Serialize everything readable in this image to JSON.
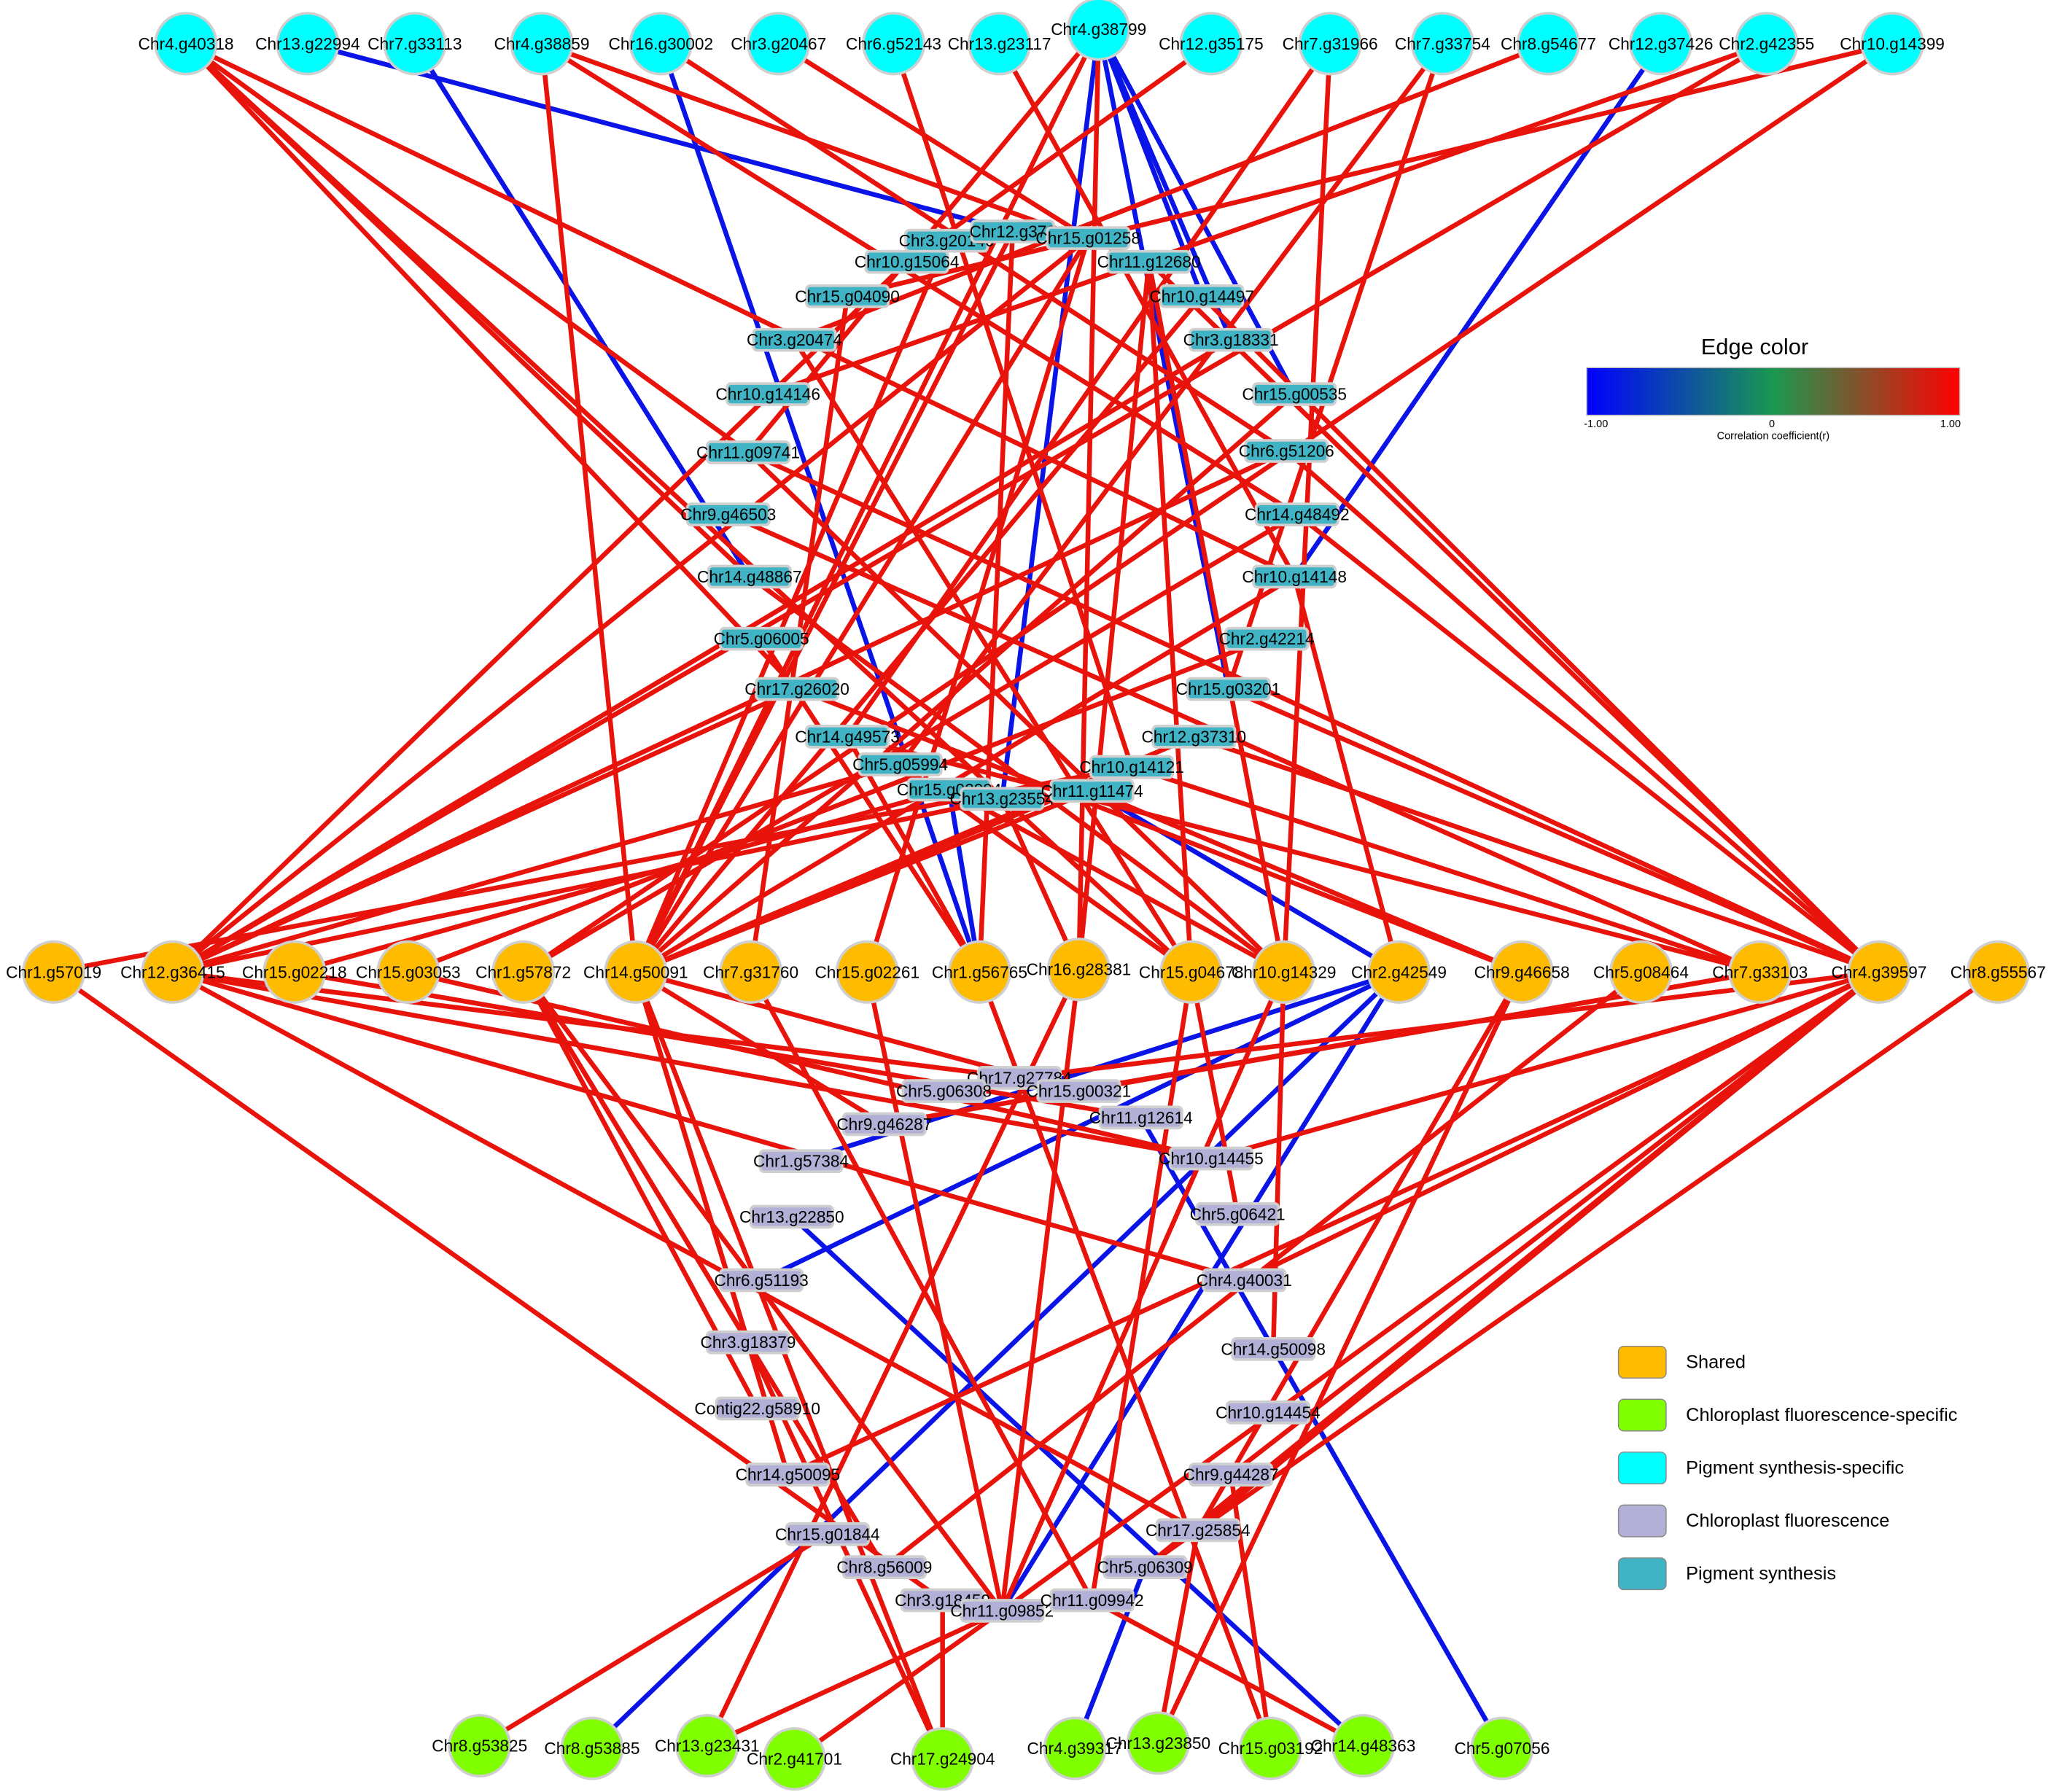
{
  "groups": {
    "shared": {
      "label": "Shared",
      "color": "#ffbb00"
    },
    "cf_specific": {
      "label": "Chloroplast fluorescence-specific",
      "color": "#80ff00"
    },
    "ps_specific": {
      "label": "Pigment synthesis-specific",
      "color": "#00ffff"
    },
    "cf": {
      "label": "Chloroplast fluorescence",
      "color": "#b2b0d6"
    },
    "ps": {
      "label": "Pigment synthesis",
      "color": "#40b4c4"
    }
  },
  "legend_order": [
    "shared",
    "cf_specific",
    "ps_specific",
    "cf",
    "ps"
  ],
  "colorbar": {
    "title": "Edge color",
    "min_label": "-1.00",
    "mid_label": "0",
    "max_label": "1.00",
    "axis_label": "Correlation coefficient(r)",
    "colors": [
      "#0000ff",
      "#1a9850",
      "#ff0000"
    ]
  },
  "edge_colors": {
    "positive": "#e8140c",
    "negative": "#0a14e6"
  },
  "nodes": [
    {
      "id": "Chr4.g40318",
      "group": "ps_specific"
    },
    {
      "id": "Chr13.g22994",
      "group": "ps_specific"
    },
    {
      "id": "Chr7.g33113",
      "group": "ps_specific"
    },
    {
      "id": "Chr4.g38859",
      "group": "ps_specific"
    },
    {
      "id": "Chr16.g30002",
      "group": "ps_specific"
    },
    {
      "id": "Chr3.g20467",
      "group": "ps_specific"
    },
    {
      "id": "Chr6.g52143",
      "group": "ps_specific"
    },
    {
      "id": "Chr13.g23117",
      "group": "ps_specific"
    },
    {
      "id": "Chr4.g38799",
      "group": "ps_specific"
    },
    {
      "id": "Chr12.g35175",
      "group": "ps_specific"
    },
    {
      "id": "Chr7.g31966",
      "group": "ps_specific"
    },
    {
      "id": "Chr7.g33754",
      "group": "ps_specific"
    },
    {
      "id": "Chr8.g54677",
      "group": "ps_specific"
    },
    {
      "id": "Chr12.g37426",
      "group": "ps_specific"
    },
    {
      "id": "Chr2.g42355",
      "group": "ps_specific"
    },
    {
      "id": "Chr10.g14399",
      "group": "ps_specific"
    },
    {
      "id": "Chr3.g20140",
      "group": "ps"
    },
    {
      "id": "Chr12.g373",
      "group": "ps"
    },
    {
      "id": "Chr15.g01258",
      "group": "ps"
    },
    {
      "id": "Chr10.g15064",
      "group": "ps"
    },
    {
      "id": "Chr11.g12680",
      "group": "ps"
    },
    {
      "id": "Chr15.g04090",
      "group": "ps"
    },
    {
      "id": "Chr10.g14497",
      "group": "ps"
    },
    {
      "id": "Chr3.g20474",
      "group": "ps"
    },
    {
      "id": "Chr3.g18331",
      "group": "ps"
    },
    {
      "id": "Chr10.g14146",
      "group": "ps"
    },
    {
      "id": "Chr15.g00535",
      "group": "ps"
    },
    {
      "id": "Chr11.g09741",
      "group": "ps"
    },
    {
      "id": "Chr6.g51206",
      "group": "ps"
    },
    {
      "id": "Chr9.g46503",
      "group": "ps"
    },
    {
      "id": "Chr14.g48492",
      "group": "ps"
    },
    {
      "id": "Chr14.g48867",
      "group": "ps"
    },
    {
      "id": "Chr10.g14148",
      "group": "ps"
    },
    {
      "id": "Chr5.g06005",
      "group": "ps"
    },
    {
      "id": "Chr2.g42214",
      "group": "ps"
    },
    {
      "id": "Chr17.g26020",
      "group": "ps"
    },
    {
      "id": "Chr15.g03201",
      "group": "ps"
    },
    {
      "id": "Chr14.g49573",
      "group": "ps"
    },
    {
      "id": "Chr12.g37310",
      "group": "ps"
    },
    {
      "id": "Chr5.g05994",
      "group": "ps"
    },
    {
      "id": "Chr10.g14121",
      "group": "ps"
    },
    {
      "id": "Chr15.g02994",
      "group": "ps"
    },
    {
      "id": "Chr13.g23554",
      "group": "ps"
    },
    {
      "id": "Chr11.g11474",
      "group": "ps"
    },
    {
      "id": "Chr1.g57019",
      "group": "shared"
    },
    {
      "id": "Chr12.g36415",
      "group": "shared"
    },
    {
      "id": "Chr15.g02218",
      "group": "shared"
    },
    {
      "id": "Chr15.g03053",
      "group": "shared"
    },
    {
      "id": "Chr1.g57872",
      "group": "shared"
    },
    {
      "id": "Chr14.g50091",
      "group": "shared"
    },
    {
      "id": "Chr7.g31760",
      "group": "shared"
    },
    {
      "id": "Chr15.g02261",
      "group": "shared"
    },
    {
      "id": "Chr1.g56765",
      "group": "shared"
    },
    {
      "id": "Chr16.g28381",
      "group": "shared"
    },
    {
      "id": "Chr15.g04678",
      "group": "shared"
    },
    {
      "id": "Chr10.g14329",
      "group": "shared"
    },
    {
      "id": "Chr2.g42549",
      "group": "shared"
    },
    {
      "id": "Chr9.g46658",
      "group": "shared"
    },
    {
      "id": "Chr5.g08464",
      "group": "shared"
    },
    {
      "id": "Chr7.g33103",
      "group": "shared"
    },
    {
      "id": "Chr4.g39597",
      "group": "shared"
    },
    {
      "id": "Chr8.g55567",
      "group": "shared"
    },
    {
      "id": "Chr17.g27784",
      "group": "cf"
    },
    {
      "id": "Chr5.g06308",
      "group": "cf"
    },
    {
      "id": "Chr15.g00321",
      "group": "cf"
    },
    {
      "id": "Chr9.g46287",
      "group": "cf"
    },
    {
      "id": "Chr11.g12614",
      "group": "cf"
    },
    {
      "id": "Chr1.g57384",
      "group": "cf"
    },
    {
      "id": "Chr10.g14455",
      "group": "cf"
    },
    {
      "id": "Chr13.g22850",
      "group": "cf"
    },
    {
      "id": "Chr5.g06421",
      "group": "cf"
    },
    {
      "id": "Chr6.g51193",
      "group": "cf"
    },
    {
      "id": "Chr4.g40031",
      "group": "cf"
    },
    {
      "id": "Chr3.g18379",
      "group": "cf"
    },
    {
      "id": "Chr14.g50098",
      "group": "cf"
    },
    {
      "id": "Contig22.g58910",
      "group": "cf"
    },
    {
      "id": "Chr10.g14454",
      "group": "cf"
    },
    {
      "id": "Chr14.g50095",
      "group": "cf"
    },
    {
      "id": "Chr9.g44287",
      "group": "cf"
    },
    {
      "id": "Chr15.g01844",
      "group": "cf"
    },
    {
      "id": "Chr17.g25854",
      "group": "cf"
    },
    {
      "id": "Chr8.g56009",
      "group": "cf"
    },
    {
      "id": "Chr5.g06309",
      "group": "cf"
    },
    {
      "id": "Chr3.g18459",
      "group": "cf"
    },
    {
      "id": "Chr11.g09852",
      "group": "cf"
    },
    {
      "id": "Chr11.g09942",
      "group": "cf"
    },
    {
      "id": "Chr8.g53825",
      "group": "cf_specific"
    },
    {
      "id": "Chr8.g53885",
      "group": "cf_specific"
    },
    {
      "id": "Chr13.g23431",
      "group": "cf_specific"
    },
    {
      "id": "Chr2.g41701",
      "group": "cf_specific"
    },
    {
      "id": "Chr17.g24904",
      "group": "cf_specific"
    },
    {
      "id": "Chr4.g39317",
      "group": "cf_specific"
    },
    {
      "id": "Chr13.g23850",
      "group": "cf_specific"
    },
    {
      "id": "Chr15.g03192",
      "group": "cf_specific"
    },
    {
      "id": "Chr14.g48363",
      "group": "cf_specific"
    },
    {
      "id": "Chr5.g07056",
      "group": "cf_specific"
    }
  ],
  "edges": [
    [
      "Chr13.g22994",
      "Chr12.g373",
      "negative"
    ],
    [
      "Chr7.g33113",
      "Chr14.g48867",
      "negative"
    ],
    [
      "Chr16.g30002",
      "Chr1.g56765",
      "negative"
    ],
    [
      "Chr4.g38799",
      "Chr13.g23554",
      "negative"
    ],
    [
      "Chr4.g38799",
      "Chr10.g14497",
      "negative"
    ],
    [
      "Chr4.g38799",
      "Chr3.g18331",
      "negative"
    ],
    [
      "Chr4.g38799",
      "Chr15.g00535",
      "negative"
    ],
    [
      "Chr4.g38799",
      "Chr15.g03201",
      "negative"
    ],
    [
      "Chr12.g37426",
      "Chr10.g14148",
      "negative"
    ],
    [
      "Chr11.g11474",
      "Chr2.g42549",
      "negative"
    ],
    [
      "Chr15.g02994",
      "Chr1.g56765",
      "negative"
    ],
    [
      "Chr2.g42549",
      "Chr1.g57384",
      "negative"
    ],
    [
      "Chr2.g42549",
      "Chr6.g51193",
      "negative"
    ],
    [
      "Chr2.g42549",
      "Chr8.g53885",
      "negative"
    ],
    [
      "Chr2.g42549",
      "Chr11.g09852",
      "negative"
    ],
    [
      "Chr13.g22850",
      "Chr14.g48363",
      "negative"
    ],
    [
      "Chr11.g12614",
      "Chr5.g07056",
      "negative"
    ],
    [
      "Chr5.g06309",
      "Chr4.g39317",
      "negative"
    ],
    [
      "Chr4.g40318",
      "Chr11.g09741",
      "positive"
    ],
    [
      "Chr4.g40318",
      "Chr14.g48867",
      "positive"
    ],
    [
      "Chr4.g40318",
      "Chr17.g26020",
      "positive"
    ],
    [
      "Chr4.g40318",
      "Chr10.g14148",
      "positive"
    ],
    [
      "Chr4.g40318",
      "Chr15.g04678",
      "positive"
    ],
    [
      "Chr4.g38859",
      "Chr14.g50091",
      "positive"
    ],
    [
      "Chr4.g38859",
      "Chr11.g12680",
      "positive"
    ],
    [
      "Chr4.g38859",
      "Chr14.g48492",
      "positive"
    ],
    [
      "Chr16.g30002",
      "Chr6.g51206",
      "positive"
    ],
    [
      "Chr3.g20467",
      "Chr15.g01258",
      "positive"
    ],
    [
      "Chr6.g52143",
      "Chr10.g14121",
      "positive"
    ],
    [
      "Chr13.g23117",
      "Chr10.g14148",
      "positive"
    ],
    [
      "Chr4.g38799",
      "Chr11.g09741",
      "positive"
    ],
    [
      "Chr4.g38799",
      "Chr14.g50091",
      "positive"
    ],
    [
      "Chr4.g38799",
      "Chr16.g28381",
      "positive"
    ],
    [
      "Chr12.g35175",
      "Chr10.g15064",
      "positive"
    ],
    [
      "Chr7.g31966",
      "Chr14.g49573",
      "positive"
    ],
    [
      "Chr7.g31966",
      "Chr10.g14329",
      "positive"
    ],
    [
      "Chr7.g33754",
      "Chr5.g05994",
      "positive"
    ],
    [
      "Chr7.g33754",
      "Chr15.g03201",
      "positive"
    ],
    [
      "Chr8.g54677",
      "Chr3.g20474",
      "positive"
    ],
    [
      "Chr2.g42355",
      "Chr12.g36415",
      "positive"
    ],
    [
      "Chr2.g42355",
      "Chr10.g14146",
      "positive"
    ],
    [
      "Chr10.g14399",
      "Chr15.g04090",
      "positive"
    ],
    [
      "Chr10.g14399",
      "Chr1.g57872",
      "positive"
    ],
    [
      "Chr12.g373",
      "Chr14.g50091",
      "positive"
    ],
    [
      "Chr12.g373",
      "Chr1.g56765",
      "positive"
    ],
    [
      "Chr15.g01258",
      "Chr12.g36415",
      "positive"
    ],
    [
      "Chr15.g01258",
      "Chr15.g02261",
      "positive"
    ],
    [
      "Chr15.g01258",
      "Chr14.g50091",
      "positive"
    ],
    [
      "Chr11.g12680",
      "Chr4.g39597",
      "positive"
    ],
    [
      "Chr11.g12680",
      "Chr10.g14329",
      "positive"
    ],
    [
      "Chr11.g12680",
      "Chr15.g04678",
      "positive"
    ],
    [
      "Chr11.g12680",
      "Chr16.g28381",
      "positive"
    ],
    [
      "Chr10.g14497",
      "Chr14.g50091",
      "positive"
    ],
    [
      "Chr10.g14497",
      "Chr4.g39597",
      "positive"
    ],
    [
      "Chr3.g18331",
      "Chr12.g36415",
      "positive"
    ],
    [
      "Chr15.g00535",
      "Chr14.g50091",
      "positive"
    ],
    [
      "Chr6.g51206",
      "Chr4.g39597",
      "positive"
    ],
    [
      "Chr6.g51206",
      "Chr12.g36415",
      "positive"
    ],
    [
      "Chr14.g48492",
      "Chr1.g57872",
      "positive"
    ],
    [
      "Chr14.g48492",
      "Chr4.g39597",
      "positive"
    ],
    [
      "Chr10.g14148",
      "Chr14.g50091",
      "positive"
    ],
    [
      "Chr10.g14148",
      "Chr2.g42549",
      "positive"
    ],
    [
      "Chr11.g09741",
      "Chr4.g39597",
      "positive"
    ],
    [
      "Chr11.g09741",
      "Chr10.g14329",
      "positive"
    ],
    [
      "Chr9.g46503",
      "Chr7.g33103",
      "positive"
    ],
    [
      "Chr17.g26020",
      "Chr9.g46658",
      "positive"
    ],
    [
      "Chr17.g26020",
      "Chr12.g36415",
      "positive"
    ],
    [
      "Chr14.g49573",
      "Chr1.g56765",
      "positive"
    ],
    [
      "Chr14.g49573",
      "Chr7.g33103",
      "positive"
    ],
    [
      "Chr5.g05994",
      "Chr12.g36415",
      "positive"
    ],
    [
      "Chr5.g05994",
      "Chr15.g04678",
      "positive"
    ],
    [
      "Chr10.g14121",
      "Chr1.g57019",
      "positive"
    ],
    [
      "Chr10.g14121",
      "Chr7.g33103",
      "positive"
    ],
    [
      "Chr10.g14121",
      "Chr14.g50091",
      "positive"
    ],
    [
      "Chr15.g02994",
      "Chr15.g02218",
      "positive"
    ],
    [
      "Chr15.g02994",
      "Chr10.g14329",
      "positive"
    ],
    [
      "Chr13.g23554",
      "Chr12.g36415",
      "positive"
    ],
    [
      "Chr13.g23554",
      "Chr16.g28381",
      "positive"
    ],
    [
      "Chr11.g11474",
      "Chr14.g50091",
      "positive"
    ],
    [
      "Chr11.g11474",
      "Chr9.g46658",
      "positive"
    ],
    [
      "Chr12.g37310",
      "Chr4.g39597",
      "positive"
    ],
    [
      "Chr12.g37310",
      "Chr14.g50091",
      "positive"
    ],
    [
      "Chr15.g03201",
      "Chr4.g39597",
      "positive"
    ],
    [
      "Chr2.g42214",
      "Chr15.g03053",
      "positive"
    ],
    [
      "Chr3.g20474",
      "Chr15.g04678",
      "positive"
    ],
    [
      "Chr15.g04090",
      "Chr7.g31760",
      "positive"
    ],
    [
      "Chr10.g15064",
      "Chr12.g36415",
      "positive"
    ],
    [
      "Chr3.g20140",
      "Chr14.g50091",
      "positive"
    ],
    [
      "Chr14.g48867",
      "Chr10.g14329",
      "positive"
    ],
    [
      "Chr5.g06005",
      "Chr1.g56765",
      "positive"
    ],
    [
      "Chr1.g57019",
      "Chr3.g18459",
      "positive"
    ],
    [
      "Chr12.g36415",
      "Chr10.g14455",
      "positive"
    ],
    [
      "Chr12.g36415",
      "Chr4.g40031",
      "positive"
    ],
    [
      "Chr12.g36415",
      "Chr17.g25854",
      "positive"
    ],
    [
      "Chr12.g36415",
      "Chr17.g27784",
      "positive"
    ],
    [
      "Chr15.g02218",
      "Chr11.g12614",
      "positive"
    ],
    [
      "Chr15.g03053",
      "Chr10.g14455",
      "positive"
    ],
    [
      "Chr1.g57872",
      "Chr3.g18379",
      "positive"
    ],
    [
      "Chr1.g57872",
      "Contig22.g58910",
      "positive"
    ],
    [
      "Chr1.g57872",
      "Chr8.g56009",
      "positive"
    ],
    [
      "Chr1.g57872",
      "Chr11.g09852",
      "positive"
    ],
    [
      "Chr14.g50091",
      "Chr9.g46287",
      "positive"
    ],
    [
      "Chr14.g50091",
      "Chr3.g18379",
      "positive"
    ],
    [
      "Chr14.g50091",
      "Chr14.g50095",
      "positive"
    ],
    [
      "Chr14.g50091",
      "Chr17.g24904",
      "positive"
    ],
    [
      "Chr14.g50091",
      "Chr15.g00321",
      "positive"
    ],
    [
      "Chr7.g31760",
      "Chr11.g09942",
      "positive"
    ],
    [
      "Chr15.g02261",
      "Chr11.g09852",
      "positive"
    ],
    [
      "Chr1.g56765",
      "Chr15.g03192",
      "positive"
    ],
    [
      "Chr16.g28381",
      "Chr11.g09852",
      "positive"
    ],
    [
      "Chr16.g28381",
      "Chr13.g23431",
      "positive"
    ],
    [
      "Chr15.g04678",
      "Chr11.g09942",
      "positive"
    ],
    [
      "Chr15.g04678",
      "Chr5.g06421",
      "positive"
    ],
    [
      "Chr10.g14329",
      "Chr11.g09852",
      "positive"
    ],
    [
      "Chr10.g14329",
      "Chr14.g50098",
      "positive"
    ],
    [
      "Chr9.g46658",
      "Chr17.g25854",
      "positive"
    ],
    [
      "Chr9.g46658",
      "Chr13.g23850",
      "positive"
    ],
    [
      "Chr5.g08464",
      "Chr8.g56009",
      "positive"
    ],
    [
      "Chr7.g33103",
      "Chr15.g00321",
      "positive"
    ],
    [
      "Chr7.g33103",
      "Chr9.g46287",
      "positive"
    ],
    [
      "Chr4.g39597",
      "Chr17.g27784",
      "positive"
    ],
    [
      "Chr4.g39597",
      "Chr10.g14455",
      "positive"
    ],
    [
      "Chr4.g39597",
      "Chr9.g44287",
      "positive"
    ],
    [
      "Chr4.g39597",
      "Chr17.g25854",
      "positive"
    ],
    [
      "Chr4.g39597",
      "Chr14.g50095",
      "positive"
    ],
    [
      "Chr4.g39597",
      "Chr5.g06309",
      "positive"
    ],
    [
      "Chr4.g39597",
      "Chr4.g40031",
      "positive"
    ],
    [
      "Chr4.g39597",
      "Chr11.g09852",
      "positive"
    ],
    [
      "Chr8.g55567",
      "Chr5.g06309",
      "positive"
    ],
    [
      "Chr15.g01844",
      "Chr8.g53825",
      "positive"
    ],
    [
      "Chr11.g09852",
      "Chr13.g23431",
      "positive"
    ],
    [
      "Chr11.g09852",
      "Chr2.g41701",
      "positive"
    ],
    [
      "Chr3.g18459",
      "Chr17.g24904",
      "positive"
    ],
    [
      "Chr11.g09942",
      "Chr14.g48363",
      "positive"
    ],
    [
      "Chr17.g25854",
      "Chr13.g23850",
      "positive"
    ],
    [
      "Chr9.g44287",
      "Chr15.g03192",
      "positive"
    ],
    [
      "Chr3.g18379",
      "Chr17.g24904",
      "positive"
    ]
  ]
}
